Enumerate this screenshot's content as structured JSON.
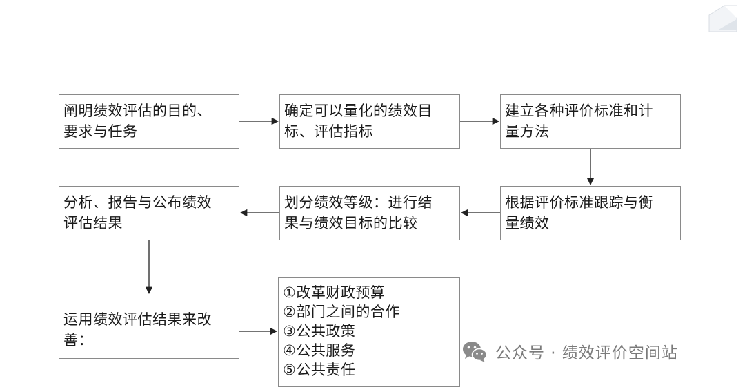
{
  "flowchart": {
    "steps": [
      {
        "lines": [
          "阐明绩效评估的目的、",
          "要求与任务"
        ]
      },
      {
        "lines": [
          "确定可以量化的绩效目",
          "标、评估指标"
        ]
      },
      {
        "lines": [
          "建立各种评价标准和计",
          "量方法"
        ]
      },
      {
        "lines": [
          "分析、报告与公布绩效",
          "评估结果"
        ]
      },
      {
        "lines": [
          "划分绩效等级：进行结",
          "果与绩效目标的比较"
        ]
      },
      {
        "lines": [
          "根据评价标准跟踪与衡",
          "量绩效"
        ]
      },
      {
        "lines": [
          "运用绩效评估结果来改",
          "善："
        ]
      }
    ],
    "uses": [
      "①改革财政预算",
      "②部门之间的合作",
      "③公共政策",
      "④公共服务",
      "⑤公共责任"
    ]
  },
  "watermark": {
    "icon": "wechat-icon",
    "text": "公众号 · 绩效评价空间站"
  },
  "colors": {
    "box_border": "#8a8a8a",
    "arrow": "#222222",
    "watermark": "#7a7a7a"
  }
}
